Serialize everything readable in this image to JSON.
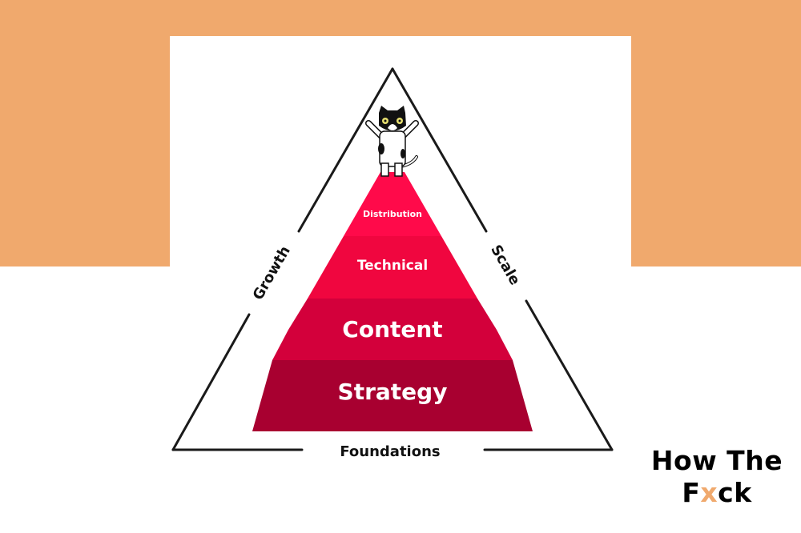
{
  "colors": {
    "background_orange": "#F0A96D",
    "panel": "#FFFFFF",
    "outline": "#1A1A1A",
    "tier_distribution": "#FF0A4A",
    "tier_technical": "#F0063F",
    "tier_content": "#D3003B",
    "tier_strategy": "#A80030",
    "brand_accent": "#F0A96D"
  },
  "diagram": {
    "outer_triangle": {
      "left_side_label": "Growth",
      "right_side_label": "Scale",
      "base_label": "Foundations"
    },
    "pyramid_tiers": [
      {
        "label": "Distribution",
        "level": 4
      },
      {
        "label": "Technical",
        "level": 3
      },
      {
        "label": "Content",
        "level": 2
      },
      {
        "label": "Strategy",
        "level": 1
      }
    ],
    "mascot": "cat-icon"
  },
  "brand": {
    "line1": "How The",
    "line2_prefix": "F",
    "line2_accent": "x",
    "line2_suffix": "ck"
  }
}
